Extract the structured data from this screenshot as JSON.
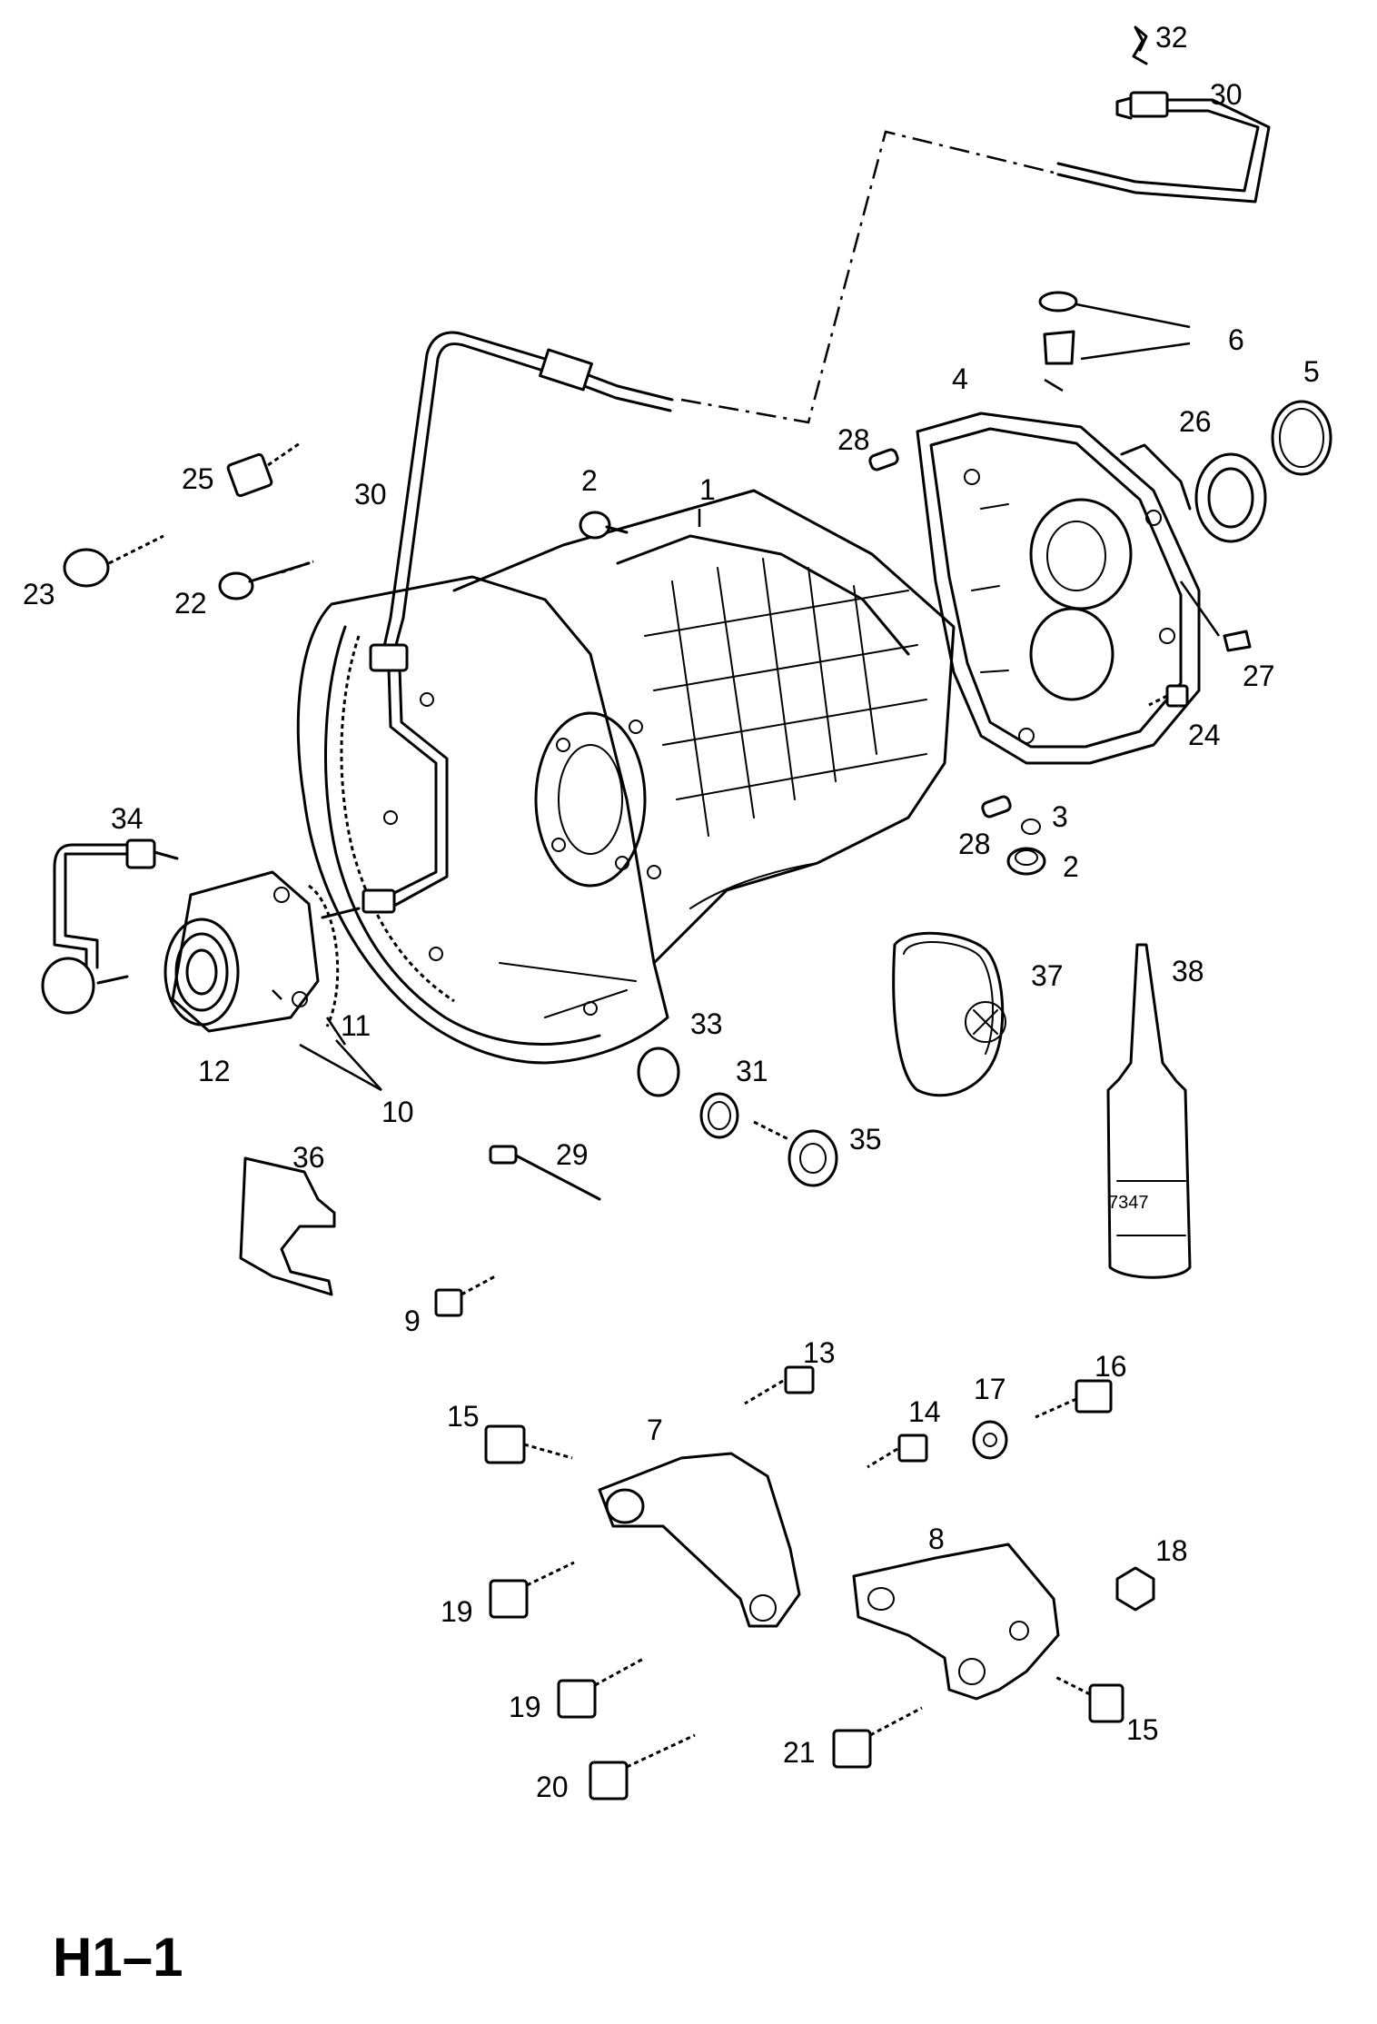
{
  "page_ref": "H1–1",
  "callouts": {
    "c1": "1",
    "c2a": "2",
    "c2b": "2",
    "c3": "3",
    "c4": "4",
    "c5": "5",
    "c6": "6",
    "c7": "7",
    "c8": "8",
    "c9": "9",
    "c10": "10",
    "c11": "11",
    "c12": "12",
    "c13": "13",
    "c14": "14",
    "c15a": "15",
    "c15b": "15",
    "c16": "16",
    "c17": "17",
    "c18": "18",
    "c19a": "19",
    "c19b": "19",
    "c20": "20",
    "c21": "21",
    "c22": "22",
    "c23": "23",
    "c24": "24",
    "c25": "25",
    "c26": "26",
    "c27": "27",
    "c28a": "28",
    "c28b": "28",
    "c29": "29",
    "c30a": "30",
    "c30b": "30",
    "c31": "31",
    "c32": "32",
    "c33": "33",
    "c34": "34",
    "c35": "35",
    "c36": "36",
    "c37": "37",
    "c38": "38"
  },
  "bottle_label": "7347"
}
